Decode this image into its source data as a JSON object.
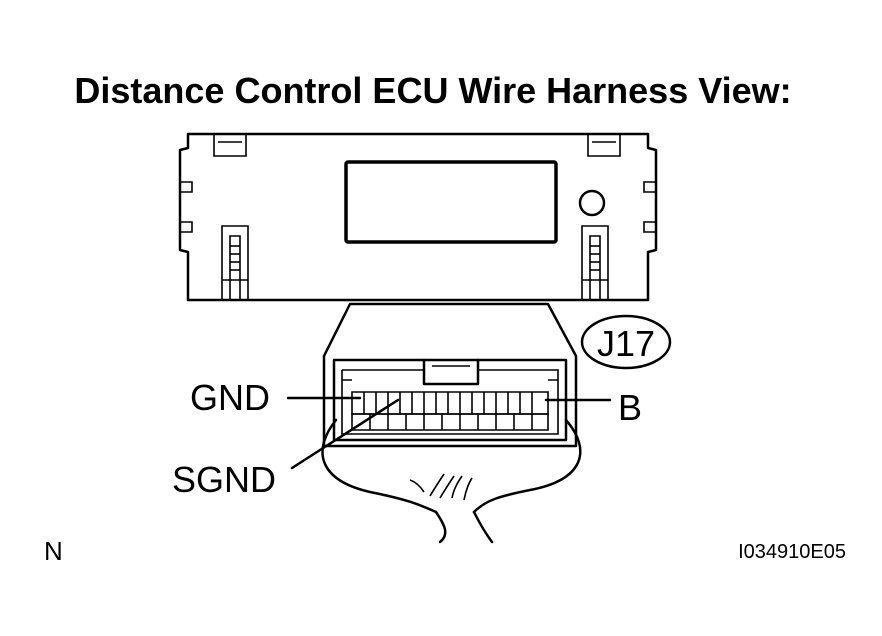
{
  "diagram": {
    "title": "Distance Control ECU Wire Harness View:",
    "connector_id": "J17",
    "pins": {
      "gnd": "GND",
      "sgnd": "SGND",
      "b": "B"
    },
    "corner_label": "N",
    "figure_code": "I034910E05"
  }
}
